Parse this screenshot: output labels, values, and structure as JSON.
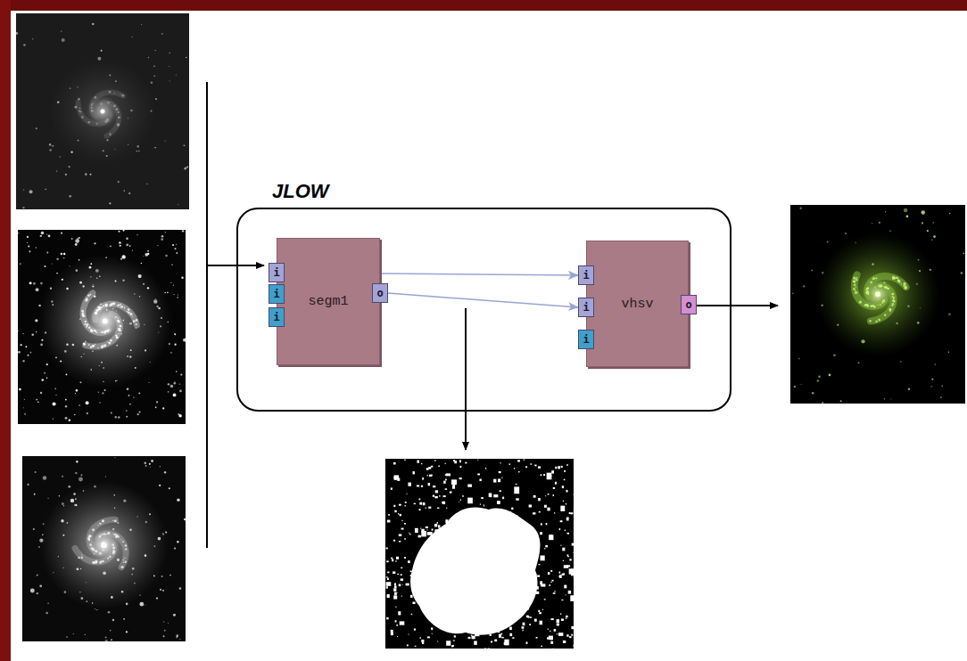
{
  "diagram": {
    "nodes": [
      {
        "text": [
          "JLOW"
        ]
      },
      {
        "text": [
          "segm1"
        ],
        "in": 0
      },
      {
        "text": [
          "i"
        ],
        "in": 1
      },
      {
        "text": [
          "i"
        ],
        "in": 1
      },
      {
        "text": [
          "i"
        ],
        "in": 1
      },
      {
        "text": [
          "o"
        ],
        "in": 1
      },
      {
        "text": [
          "vhsv"
        ],
        "in": 0
      },
      {
        "text": [
          "i"
        ],
        "in": 6
      },
      {
        "text": [
          "i"
        ],
        "in": 6
      },
      {
        "text": [
          "i"
        ],
        "in": 6
      },
      {
        "text": [
          "o"
        ],
        "in": 6
      }
    ],
    "edges": [
      {
        "from": 2,
        "to": 7,
        "arrow": "to"
      },
      {
        "from": 5,
        "to": 8,
        "arrow": "to"
      }
    ]
  }
}
